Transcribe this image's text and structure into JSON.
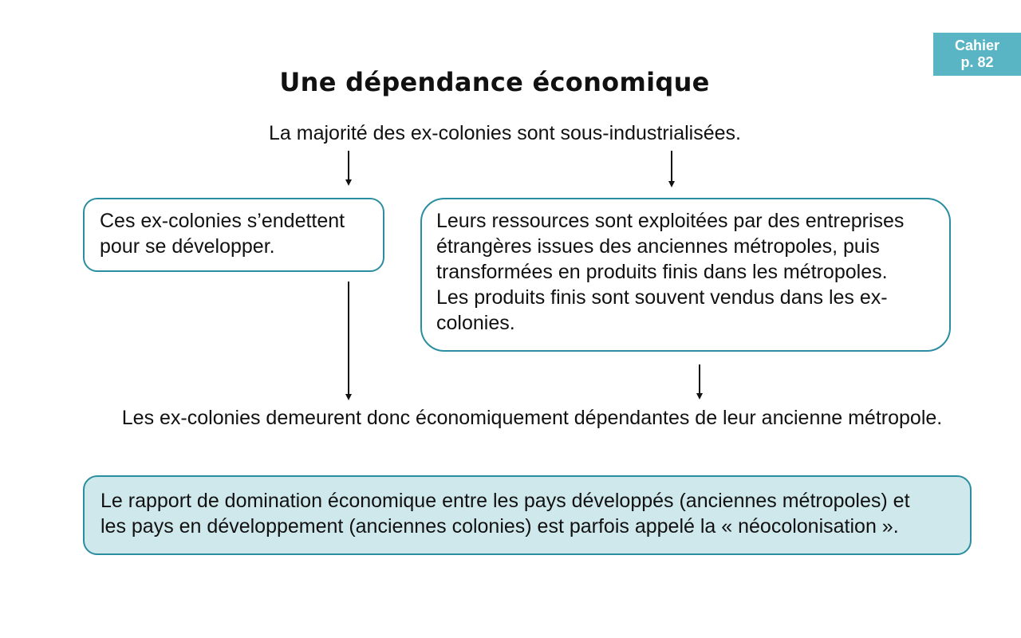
{
  "badge": {
    "line1": "Cahier",
    "line2": "p. 82",
    "color": "#59b4c4"
  },
  "title": "Une dépendance économique",
  "top_statement": "La majorité des ex-colonies sont sous-industrialisées.",
  "left_box": {
    "lines": [
      "Ces ex-colonies s’endettent",
      "pour se développer."
    ]
  },
  "right_box": {
    "lines": [
      "Leurs ressources sont exploitées par des entreprises",
      "étrangères issues des anciennes métropoles, puis",
      "transformées en produits finis dans les métropoles.",
      "Les produits finis sont souvent vendus dans les ex-",
      "colonies."
    ]
  },
  "conclusion": "Les ex-colonies demeurent donc économiquement dépendantes de leur ancienne métropole.",
  "note_box": {
    "lines": [
      "Le rapport de domination économique entre les pays développés (anciennes métropoles) et",
      "les pays en développement (anciennes colonies) est parfois appelé la « néocolonisation »."
    ],
    "background": "#cfe8ec"
  },
  "colors": {
    "border": "#2b8ea0",
    "text": "#111111"
  }
}
